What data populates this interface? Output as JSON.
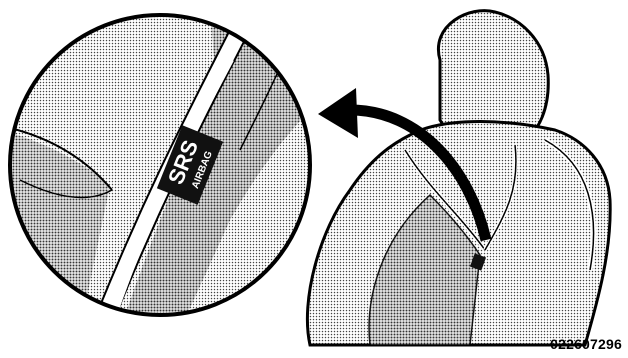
{
  "label_tag": {
    "line1": "SRS",
    "line2": "AIRBAG"
  },
  "figure_code": "022607296",
  "colors": {
    "ink": "#000000",
    "shade_light": "#f2f2f2",
    "shade_mid": "#d9d9d9",
    "shade_dark": "#b8b8b8",
    "tag_bg": "#111111",
    "tag_text": "#ffffff"
  },
  "icons": [
    "magnifier-circle",
    "curved-arrow",
    "seat-illustration",
    "airbag-tag"
  ]
}
